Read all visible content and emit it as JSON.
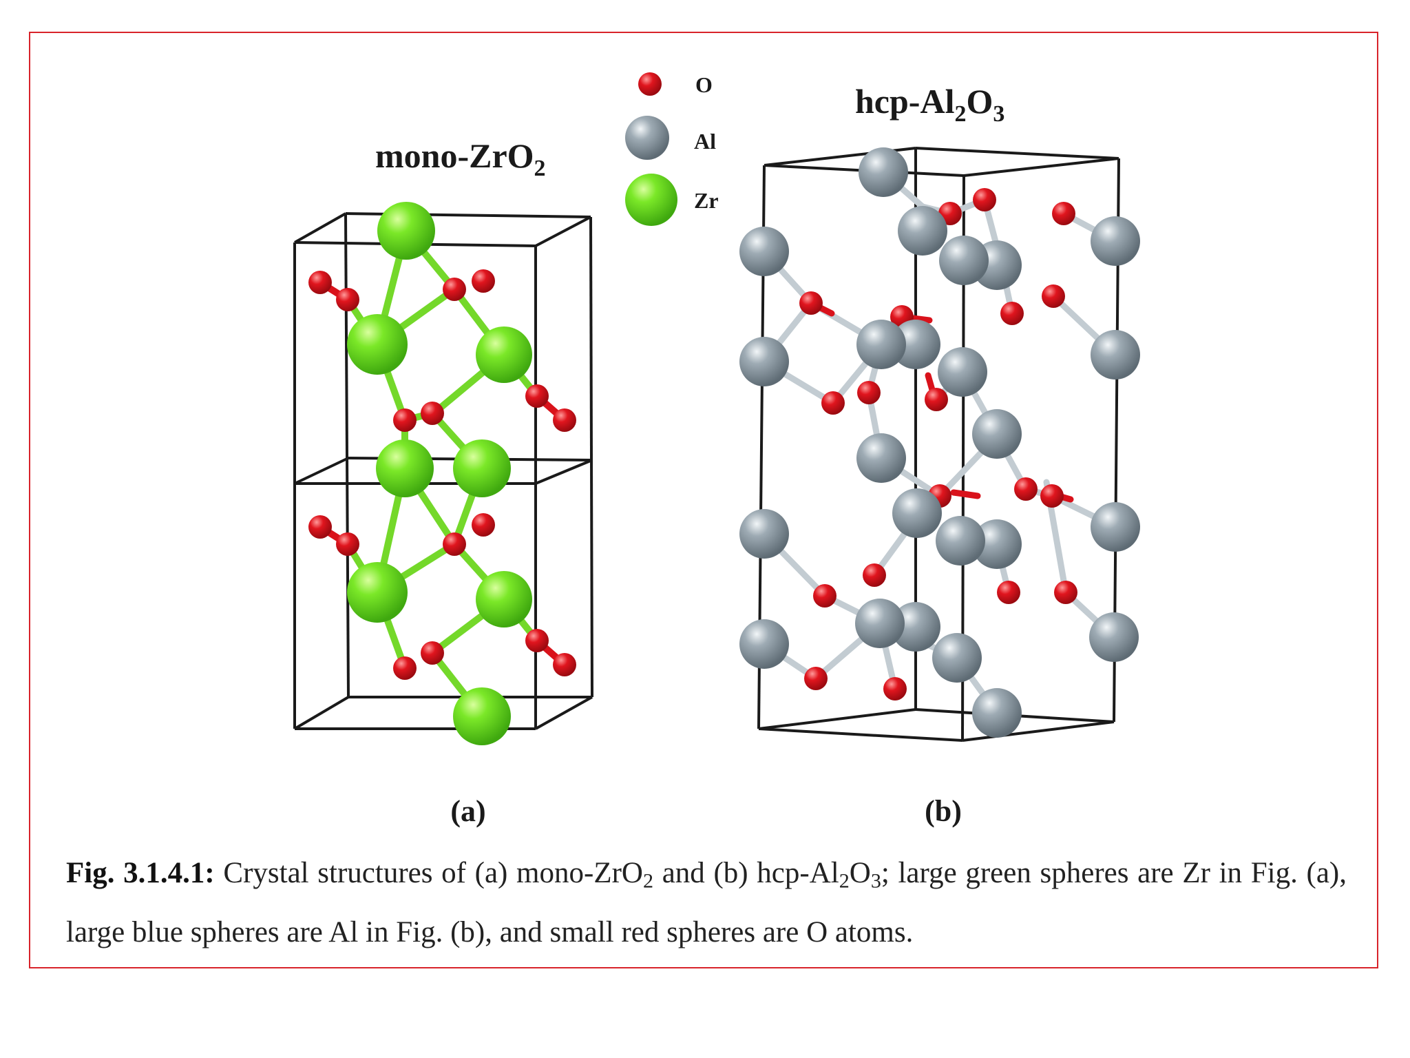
{
  "panel_a": {
    "title_main": "mono-ZrO",
    "title_sub": "2",
    "label": "(a)"
  },
  "panel_b": {
    "title_main": "hcp-Al",
    "title_sub1": "2",
    "title_mid": "O",
    "title_sub2": "3",
    "label": "(b)"
  },
  "legend": [
    {
      "symbol": "O",
      "color": "#d9121b"
    },
    {
      "symbol": "Al",
      "color": "#8d9aa3"
    },
    {
      "symbol": "Zr",
      "color": "#6ee01e"
    }
  ],
  "caption": {
    "label": "Fig. 3.1.4.1:",
    "t1": " Crystal structures of (a) mono-ZrO",
    "s1": "2",
    "t2": " and (b) hcp-Al",
    "s2": "2",
    "t3": "O",
    "s3": "3",
    "t4": "; large green spheres are Zr in Fig. (a), large blue spheres are Al in Fig. (b), and small red spheres are O atoms."
  },
  "colors": {
    "frame": "#d8232a",
    "cell_edge": "#1a1a1a",
    "zr": "#6ee01e",
    "al": "#8d9aa3",
    "o": "#d9121b"
  }
}
